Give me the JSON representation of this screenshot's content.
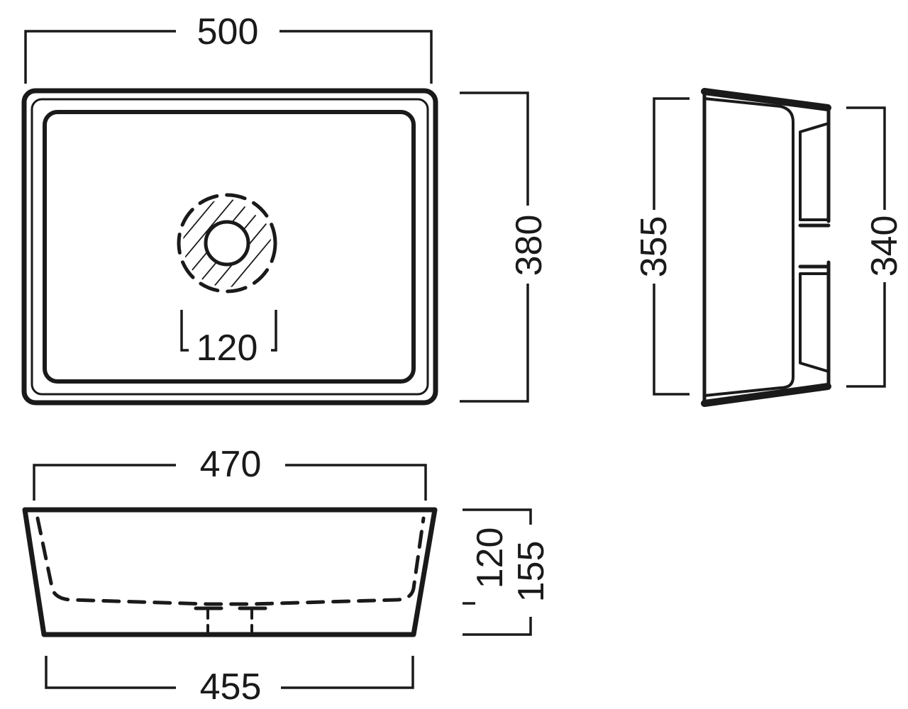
{
  "diagram": {
    "top_view": {
      "width_label": "500",
      "depth_label": "380",
      "waste_label": "120"
    },
    "front_view": {
      "top_width_label": "470",
      "bottom_width_label": "455",
      "inner_height_label": "120",
      "outer_height_label": "155"
    },
    "side_view": {
      "outer_depth_label": "355",
      "inner_depth_label": "340"
    },
    "colors": {
      "ink": "#1a1a1a",
      "background": "#ffffff"
    }
  }
}
